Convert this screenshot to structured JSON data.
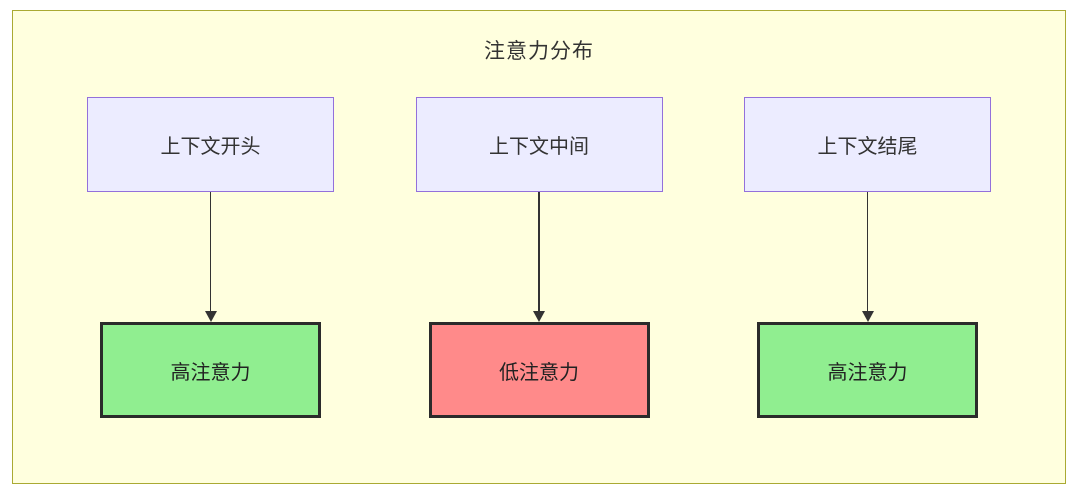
{
  "diagram": {
    "title": "注意力分布",
    "columns": [
      {
        "source": "上下文开头",
        "target": "高注意力",
        "target_type": "high"
      },
      {
        "source": "上下文中间",
        "target": "低注意力",
        "target_type": "low"
      },
      {
        "source": "上下文结尾",
        "target": "高注意力",
        "target_type": "high"
      }
    ],
    "colors": {
      "canvas_bg": "#ffffde",
      "canvas_border": "#aaaa33",
      "source_bg": "#ECECFF",
      "source_border": "#9370DB",
      "high_attention_bg": "#90EE90",
      "low_attention_bg": "#ff8a8a",
      "target_border": "#2b2b2b",
      "arrow": "#333333",
      "text": "#333333"
    }
  }
}
